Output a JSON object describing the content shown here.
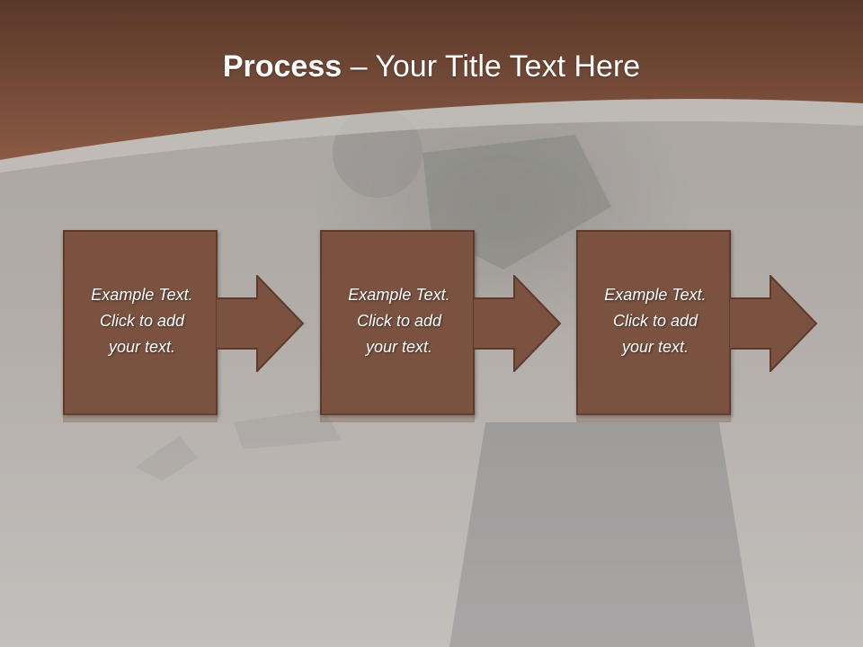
{
  "slide": {
    "title_bold": "Process",
    "title_rest": " – Your Title Text Here",
    "steps": [
      {
        "text": "Example Text.\nClick  to add\nyour text."
      },
      {
        "text": "Example Text.\nClick  to add\nyour text."
      },
      {
        "text": "Example Text.\nClick  to add\nyour text."
      }
    ]
  },
  "colors": {
    "header_brown": "#7a4b38",
    "box_fill": "#7b5240",
    "box_border": "#5e3a2c",
    "background_gray": "#b9b4b0"
  },
  "icons": {
    "step_arrow": "right-arrow-icon"
  }
}
